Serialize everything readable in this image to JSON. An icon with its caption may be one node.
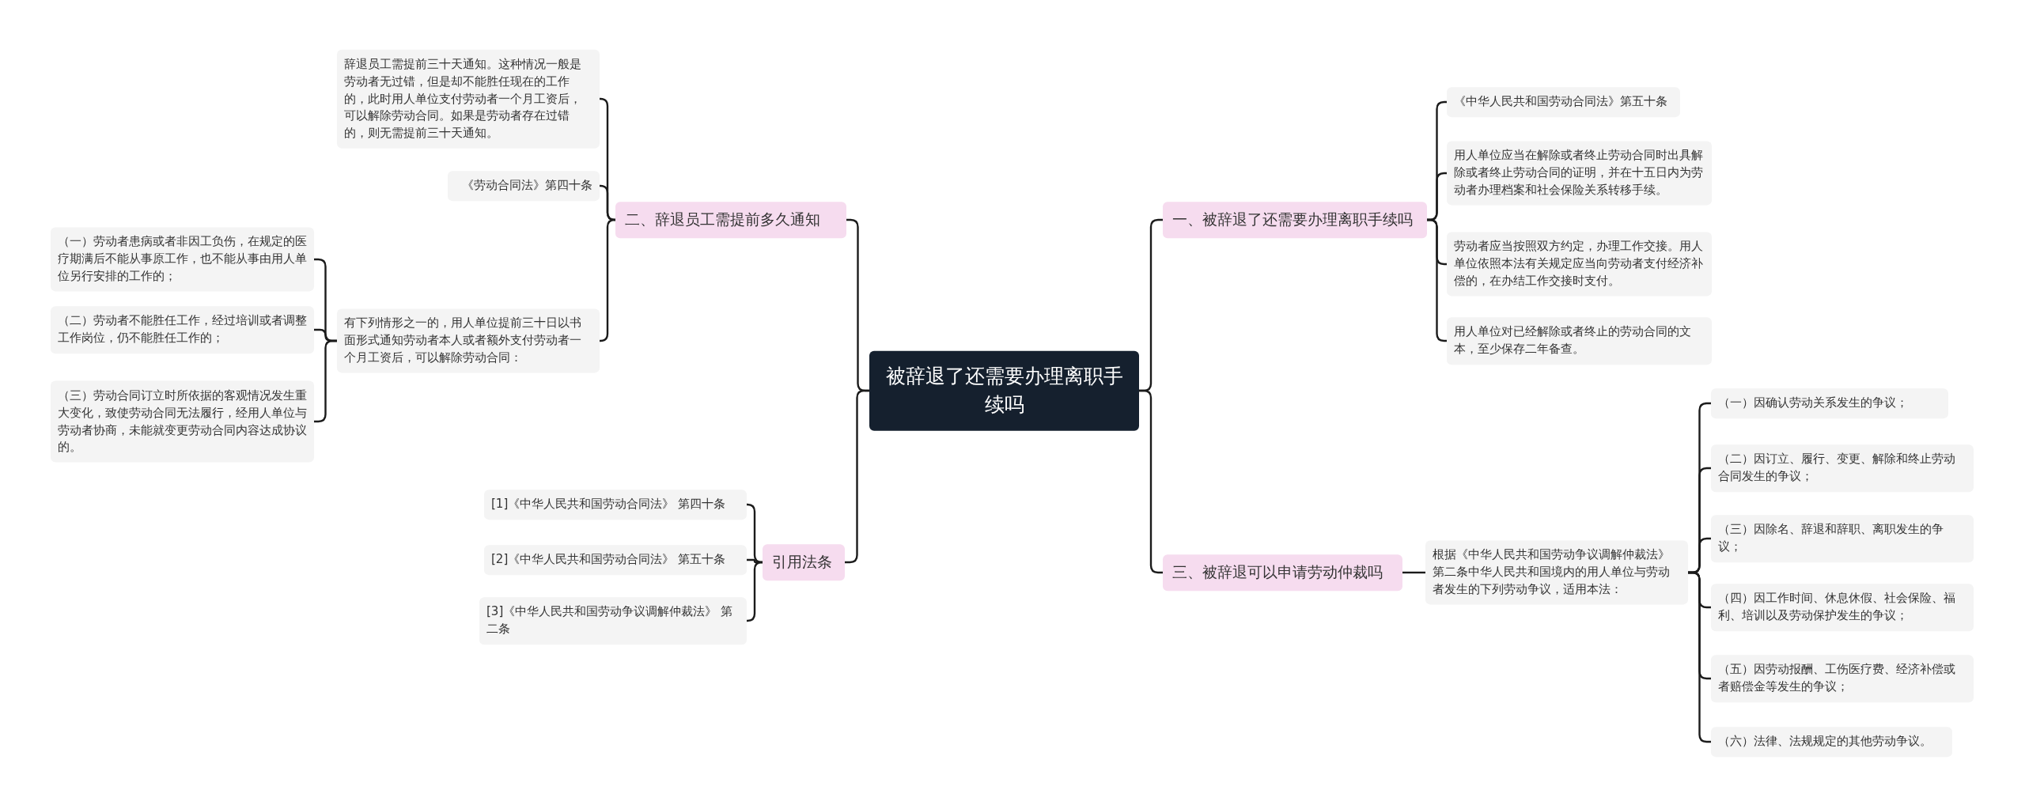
{
  "diagram": {
    "nodes": [
      {
        "text": [
          "被辞退了还需要办理离职手续吗"
        ]
      },
      {
        "text": [
          "一、被辞退了还需要办理离职手续吗"
        ]
      },
      {
        "text": [
          "《中华人民共和国劳动合同法》第五十条"
        ]
      },
      {
        "text": [
          "用人单位应当在解除或者终止劳动合同时出具解除或者终止劳动合同的证明，并在十五日内为劳动者办理档案和社会保险关系转移手续。"
        ]
      },
      {
        "text": [
          "劳动者应当按照双方约定，办理工作交接。用人单位依照本法有关规定应当向劳动者支付经济补偿的，在办结工作交接时支付。"
        ]
      },
      {
        "text": [
          "用人单位对已经解除或者终止的劳动合同的文本，至少保存二年备查。"
        ]
      },
      {
        "text": [
          "三、被辞退可以申请劳动仲裁吗"
        ]
      },
      {
        "text": [
          "根据《中华人民共和国劳动争议调解仲裁法》第二条中华人民共和国境内的用人单位与劳动者发生的下列劳动争议，适用本法："
        ]
      },
      {
        "text": [
          "（一）因确认劳动关系发生的争议；"
        ]
      },
      {
        "text": [
          "（二）因订立、履行、变更、解除和终止劳动合同发生的争议；"
        ]
      },
      {
        "text": [
          "（三）因除名、辞退和辞职、离职发生的争议；"
        ]
      },
      {
        "text": [
          "（四）因工作时间、休息休假、社会保险、福利、培训以及劳动保护发生的争议；"
        ]
      },
      {
        "text": [
          "（五）因劳动报酬、工伤医疗费、经济补偿或者赔偿金等发生的争议；"
        ]
      },
      {
        "text": [
          "（六）法律、法规规定的其他劳动争议。"
        ]
      },
      {
        "text": [
          "二、辞退员工需提前多久通知"
        ]
      },
      {
        "text": [
          "辞退员工需提前三十天通知。这种情况一般是劳动者无过错，但是却不能胜任现在的工作的，此时用人单位支付劳动者一个月工资后，可以解除劳动合同。如果是劳动者存在过错的，则无需提前三十天通知。"
        ]
      },
      {
        "text": [
          "《劳动合同法》第四十条"
        ]
      },
      {
        "text": [
          "有下列情形之一的，用人单位提前三十日以书面形式通知劳动者本人或者额外支付劳动者一个月工资后，可以解除劳动合同："
        ]
      },
      {
        "text": [
          "（一）劳动者患病或者非因工负伤，在规定的医疗期满后不能从事原工作，也不能从事由用人单位另行安排的工作的；"
        ]
      },
      {
        "text": [
          "（二）劳动者不能胜任工作，经过培训或者调整工作岗位，仍不能胜任工作的；"
        ]
      },
      {
        "text": [
          "（三）劳动合同订立时所依据的客观情况发生重大变化，致使劳动合同无法履行，经用人单位与劳动者协商，未能就变更劳动合同内容达成协议的。"
        ]
      },
      {
        "text": [
          "引用法条"
        ]
      },
      {
        "text": [
          "[1]《中华人民共和国劳动合同法》 第四十条"
        ]
      },
      {
        "text": [
          "[2]《中华人民共和国劳动合同法》 第五十条"
        ]
      },
      {
        "text": [
          "[3]《中华人民共和国劳动争议调解仲裁法》 第二条"
        ]
      }
    ],
    "edges": [
      {
        "from": 0,
        "to": 1,
        "arrow": "none"
      },
      {
        "from": 1,
        "to": 2,
        "arrow": "none"
      },
      {
        "from": 1,
        "to": 3,
        "arrow": "none"
      },
      {
        "from": 1,
        "to": 4,
        "arrow": "none"
      },
      {
        "from": 1,
        "to": 5,
        "arrow": "none"
      },
      {
        "from": 0,
        "to": 6,
        "arrow": "none"
      },
      {
        "from": 6,
        "to": 7,
        "arrow": "none"
      },
      {
        "from": 7,
        "to": 8,
        "arrow": "none"
      },
      {
        "from": 7,
        "to": 9,
        "arrow": "none"
      },
      {
        "from": 7,
        "to": 10,
        "arrow": "none"
      },
      {
        "from": 7,
        "to": 11,
        "arrow": "none"
      },
      {
        "from": 7,
        "to": 12,
        "arrow": "none"
      },
      {
        "from": 7,
        "to": 13,
        "arrow": "none"
      },
      {
        "from": 0,
        "to": 14,
        "arrow": "none"
      },
      {
        "from": 14,
        "to": 15,
        "arrow": "none"
      },
      {
        "from": 14,
        "to": 16,
        "arrow": "none"
      },
      {
        "from": 14,
        "to": 17,
        "arrow": "none"
      },
      {
        "from": 17,
        "to": 18,
        "arrow": "none"
      },
      {
        "from": 17,
        "to": 19,
        "arrow": "none"
      },
      {
        "from": 17,
        "to": 20,
        "arrow": "none"
      },
      {
        "from": 0,
        "to": 21,
        "arrow": "none"
      },
      {
        "from": 21,
        "to": 22,
        "arrow": "none"
      },
      {
        "from": 21,
        "to": 23,
        "arrow": "none"
      },
      {
        "from": 21,
        "to": 24,
        "arrow": "none"
      }
    ]
  }
}
